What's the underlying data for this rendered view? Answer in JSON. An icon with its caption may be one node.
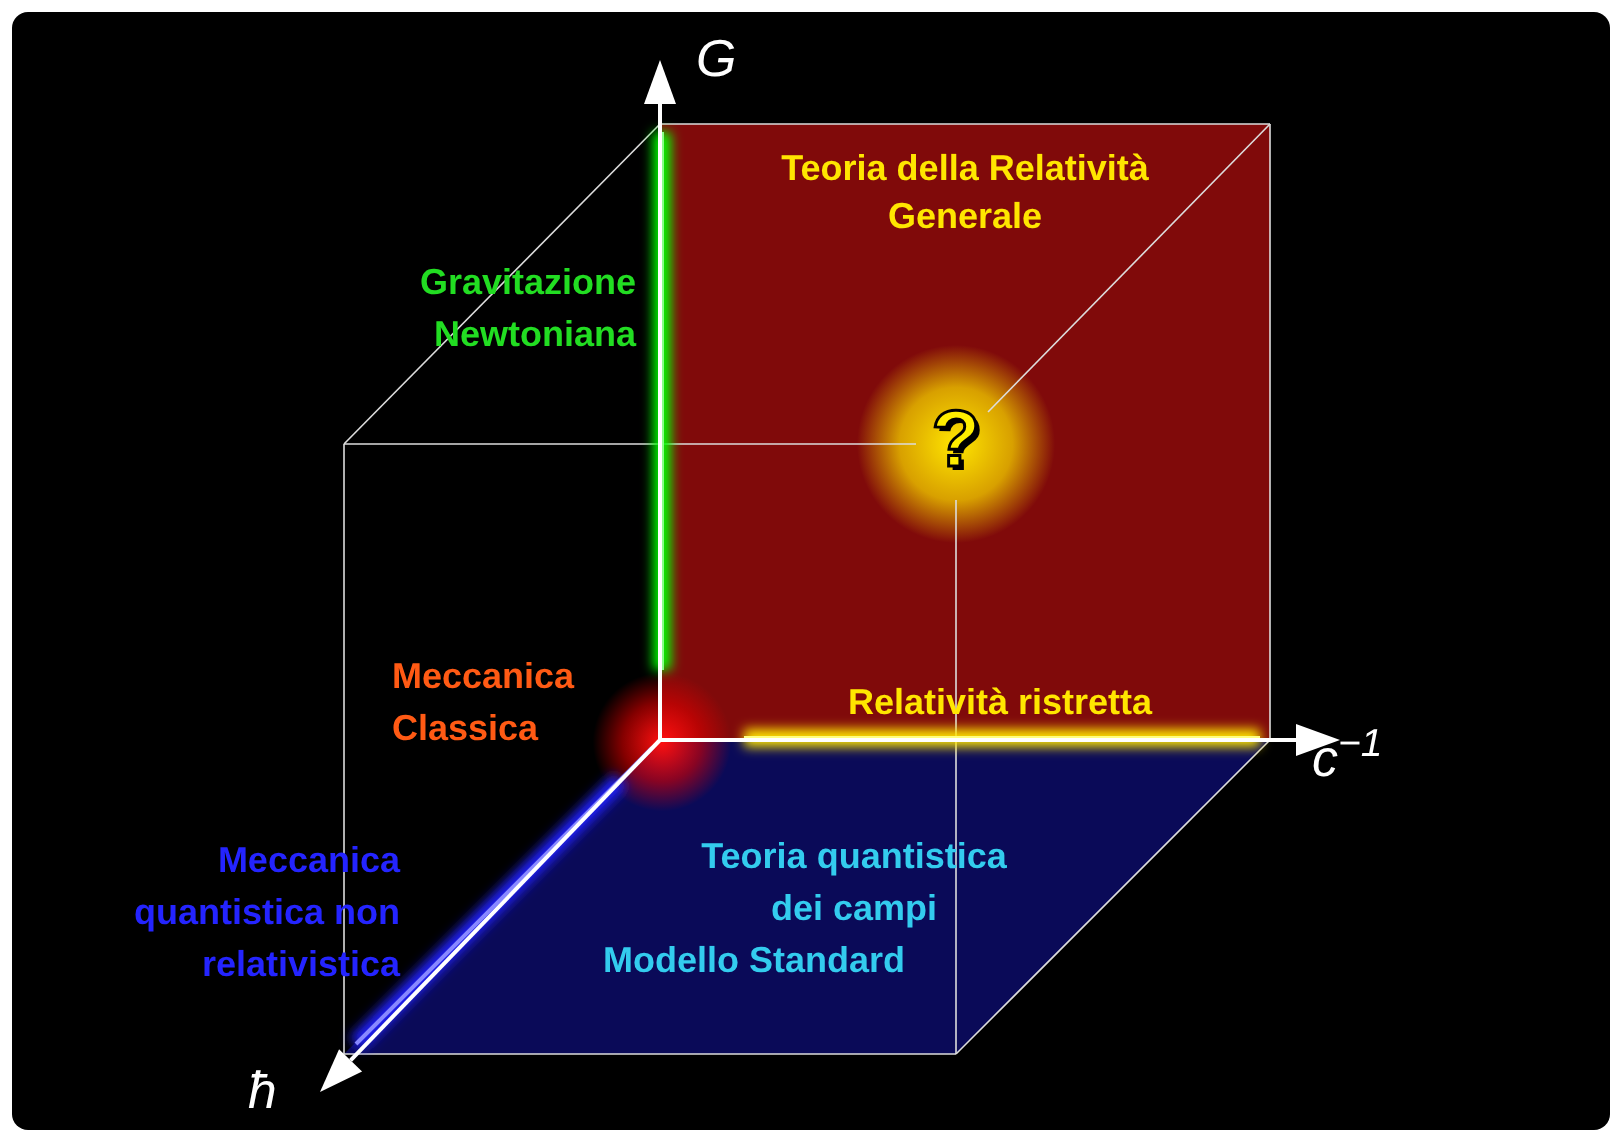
{
  "diagram": {
    "nodes": [
      {
        "text": [
          "Teoria della Relatività Generale"
        ]
      },
      {
        "text": [
          "Teoria quantistica dei campi",
          "Modello Standard"
        ]
      }
    ],
    "labels": [
      "G",
      "Gravitazione Newtoniana",
      "?",
      "Meccanica Classica",
      "Relatività ristretta",
      "c$^{−1}$",
      "Meccanica quantistica non relativistica",
      "ħ"
    ]
  }
}
